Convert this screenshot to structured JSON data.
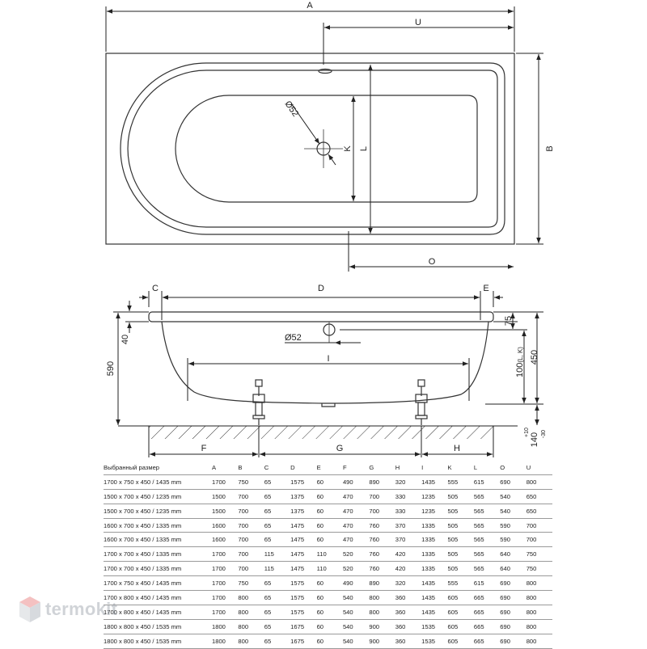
{
  "top_view": {
    "dim_A": "A",
    "dim_U": "U",
    "dim_B": "B",
    "dim_L": "L",
    "dim_K": "K",
    "dim_O": "O",
    "drain_diameter": "Ø52"
  },
  "side_view": {
    "dim_C": "C",
    "dim_D": "D",
    "dim_E": "E",
    "dim_I": "I",
    "dim_F": "F",
    "dim_G": "G",
    "dim_H": "H",
    "height_590": "590",
    "rim_40": "40",
    "rim_75": "75",
    "overflow_100": "100",
    "overflow_100_note": "(L, K)",
    "depth_450": "450",
    "feet_140": "140",
    "feet_tol_plus": "+10",
    "feet_tol_minus": "-30",
    "drain_diameter": "Ø52"
  },
  "table": {
    "headers": [
      "Выбранный размер",
      "A",
      "B",
      "C",
      "D",
      "E",
      "F",
      "G",
      "H",
      "I",
      "K",
      "L",
      "O",
      "U"
    ],
    "rows": [
      [
        "1700 x 750 x 450 / 1435 mm",
        "1700",
        "750",
        "65",
        "1575",
        "60",
        "490",
        "890",
        "320",
        "1435",
        "555",
        "615",
        "690",
        "800"
      ],
      [
        "1500 x 700 x 450 / 1235 mm",
        "1500",
        "700",
        "65",
        "1375",
        "60",
        "470",
        "700",
        "330",
        "1235",
        "505",
        "565",
        "540",
        "650"
      ],
      [
        "1500 x 700 x 450 / 1235 mm",
        "1500",
        "700",
        "65",
        "1375",
        "60",
        "470",
        "700",
        "330",
        "1235",
        "505",
        "565",
        "540",
        "650"
      ],
      [
        "1600 x 700 x 450 / 1335 mm",
        "1600",
        "700",
        "65",
        "1475",
        "60",
        "470",
        "760",
        "370",
        "1335",
        "505",
        "565",
        "590",
        "700"
      ],
      [
        "1600 x 700 x 450 / 1335 mm",
        "1600",
        "700",
        "65",
        "1475",
        "60",
        "470",
        "760",
        "370",
        "1335",
        "505",
        "565",
        "590",
        "700"
      ],
      [
        "1700 x 700 x 450 / 1335 mm",
        "1700",
        "700",
        "115",
        "1475",
        "110",
        "520",
        "760",
        "420",
        "1335",
        "505",
        "565",
        "640",
        "750"
      ],
      [
        "1700 x 700 x 450 / 1335 mm",
        "1700",
        "700",
        "115",
        "1475",
        "110",
        "520",
        "760",
        "420",
        "1335",
        "505",
        "565",
        "640",
        "750"
      ],
      [
        "1700 x 750 x 450 / 1435 mm",
        "1700",
        "750",
        "65",
        "1575",
        "60",
        "490",
        "890",
        "320",
        "1435",
        "555",
        "615",
        "690",
        "800"
      ],
      [
        "1700 x 800 x 450 / 1435 mm",
        "1700",
        "800",
        "65",
        "1575",
        "60",
        "540",
        "800",
        "360",
        "1435",
        "605",
        "665",
        "690",
        "800"
      ],
      [
        "1700 x 800 x 450 / 1435 mm",
        "1700",
        "800",
        "65",
        "1575",
        "60",
        "540",
        "800",
        "360",
        "1435",
        "605",
        "665",
        "690",
        "800"
      ],
      [
        "1800 x 800 x 450 / 1535 mm",
        "1800",
        "800",
        "65",
        "1675",
        "60",
        "540",
        "900",
        "360",
        "1535",
        "605",
        "665",
        "690",
        "800"
      ],
      [
        "1800 x 800 x 450 / 1535 mm",
        "1800",
        "800",
        "65",
        "1675",
        "60",
        "540",
        "900",
        "360",
        "1535",
        "605",
        "665",
        "690",
        "800"
      ]
    ]
  },
  "logo": {
    "text": "termokit",
    "icon": "cube-logo-icon",
    "color": "#7a8490",
    "accent": "#e05050"
  }
}
